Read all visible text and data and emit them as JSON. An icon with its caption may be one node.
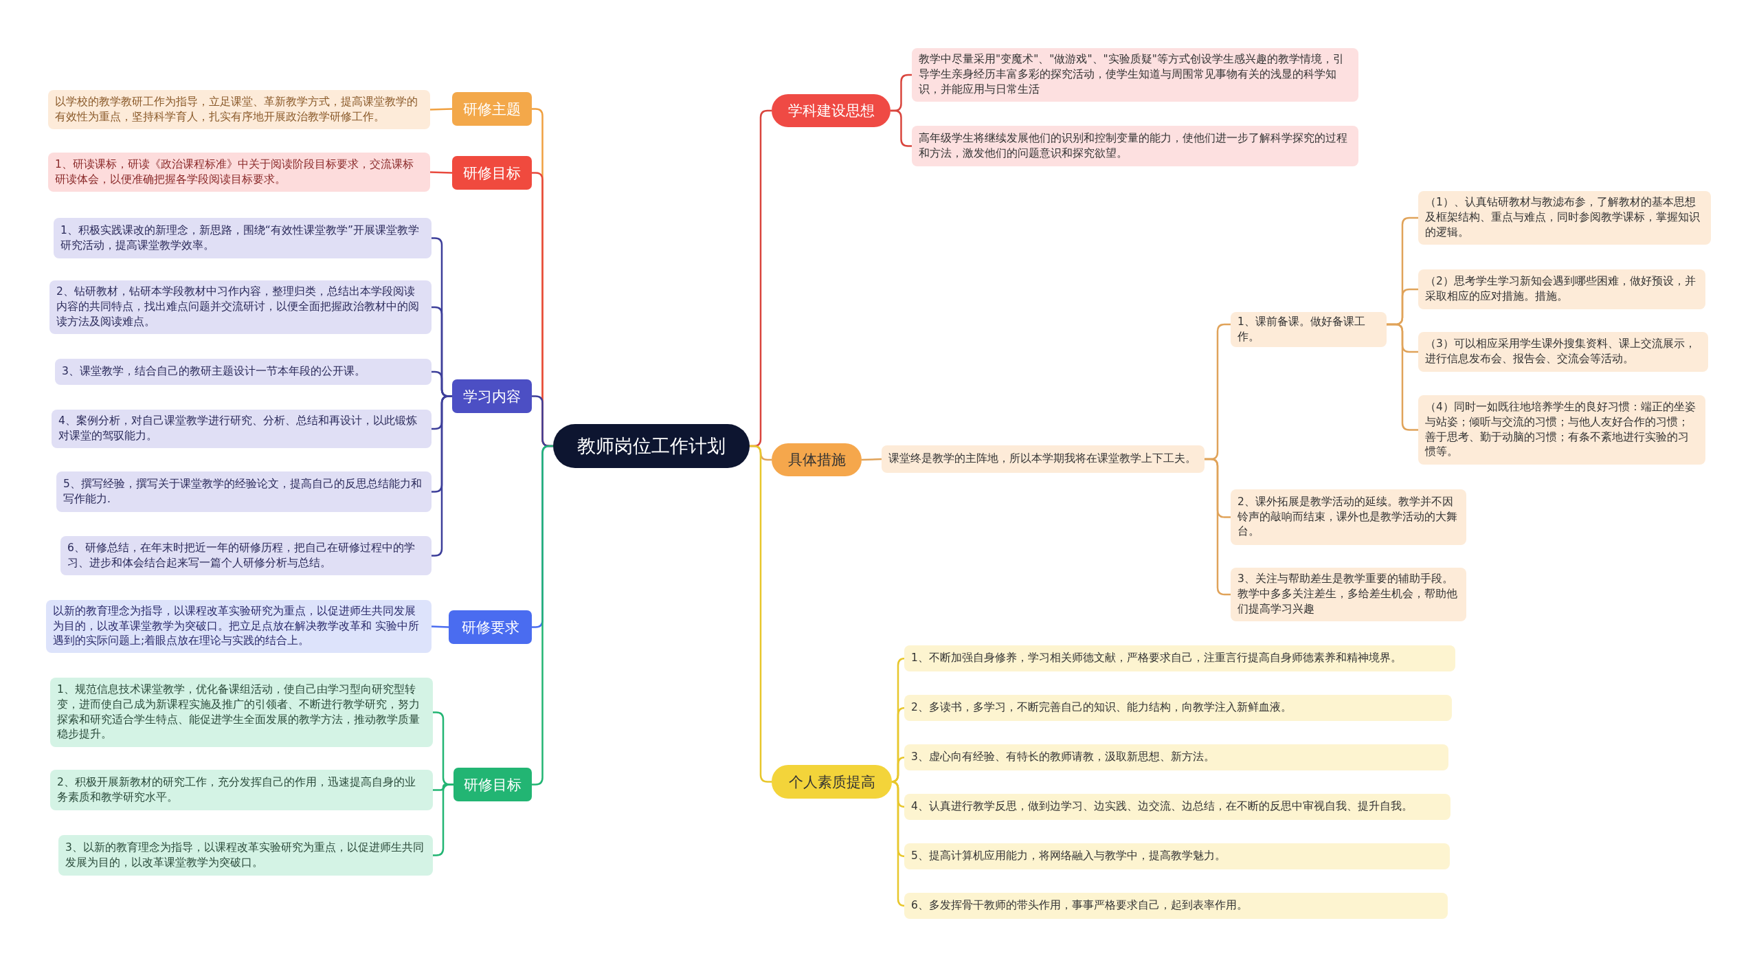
{
  "diagram": {
    "nodes": [
      {
        "text": [
          "教师岗位工作计划"
        ]
      },
      {
        "text": [
          "研修主题"
        ]
      },
      {
        "text": [
          "以学校的教学教研工作为指导，立足课堂、革新教学方式，提高课堂教学的有效性为重点，坚持科学育人，扎实有序地开展政治教学研修工作。"
        ]
      },
      {
        "text": [
          "研修目标"
        ]
      },
      {
        "text": [
          "1、研读课标，研读《政治课程标准》中关于阅读阶段目标要求，交流课标研读体会，以便准确把握各学段阅读目标要求。"
        ]
      },
      {
        "text": [
          "学习内容"
        ]
      },
      {
        "text": [
          "1、积极实践课改的新理念，新思路，围绕“有效性课堂教学”开展课堂教学研究活动，提高课堂教学效率。"
        ]
      },
      {
        "text": [
          "2、钻研教材，钻研本学段教材中习作内容，整理归类，总结出本学段阅读内容的共同特点，找出难点问题并交流研讨，以便全面把握政治教材中的阅读方法及阅读难点。"
        ]
      },
      {
        "text": [
          "3、课堂教学，结合自己的教研主题设计一节本年段的公开课。"
        ]
      },
      {
        "text": [
          "4、案例分析，对自己课堂教学进行研究、分析、总结和再设计，以此锻炼对课堂的驾驭能力。"
        ]
      },
      {
        "text": [
          "5、撰写经验，撰写关于课堂教学的经验论文，提高自己的反思总结能力和写作能力."
        ]
      },
      {
        "text": [
          "6、研修总结，在年末时把近一年的研修历程，把自己在研修过程中的学习、进步和体会结合起来写一篇个人研修分析与总结。"
        ]
      },
      {
        "text": [
          "研修要求"
        ]
      },
      {
        "text": [
          "以新的教育理念为指导，以课程改革实验研究为重点，以促进师生共同发展为目的，以改革课堂教学为突破口。把立足点放在解决教学改革和 实验中所遇到的实际问题上;着眼点放在理论与实践的结合上。"
        ]
      },
      {
        "text": [
          "研修目标"
        ]
      },
      {
        "text": [
          "1、规范信息技术课堂教学，优化备课组活动，使自己由学习型向研究型转变，进而使自己成为新课程实施及推广的引领者、不断进行教学研究，努力探索和研究适合学生特点、能促进学生全面发展的教学方法，推动教学质量稳步提升。"
        ]
      },
      {
        "text": [
          "2、积极开展新教材的研究工作，充分发挥自己的作用，迅速提高自身的业务素质和教学研究水平。"
        ]
      },
      {
        "text": [
          "3、以新的教育理念为指导，以课程改革实验研究为重点，以促进师生共同发展为目的，以改革课堂教学为突破口。"
        ]
      },
      {
        "text": [
          "学科建设思想"
        ]
      },
      {
        "text": [
          "教学中尽量采用\"变魔术\"、\"做游戏\"、\"实验质疑\"等方式创设学生感兴趣的教学情境，引导学生亲身经历丰富多彩的探究活动，使学生知道与周围常见事物有关的浅显的科学知识，并能应用与日常生活"
        ]
      },
      {
        "text": [
          "高年级学生将继续发展他们的识别和控制变量的能力，使他们进一步了解科学探究的过程和方法，激发他们的问题意识和探究欲望。"
        ]
      },
      {
        "text": [
          "具体措施"
        ]
      },
      {
        "text": [
          "课堂终是教学的主阵地，所以本学期我将在课堂教学上下工夫。"
        ]
      },
      {
        "text": [
          "1、课前备课。做好备课工作。"
        ]
      },
      {
        "text": [
          "（1）、认真钻研教材与教滤布参，了解教材的基本思想及框架结构、重点与难点，同时参阅教学课标，掌握知识的逻辑。"
        ]
      },
      {
        "text": [
          "（2）思考学生学习新知会遇到哪些困难，做好预设，并采取相应的应对措施。措施。"
        ]
      },
      {
        "text": [
          "（3）可以相应采用学生课外搜集资料、课上交流展示，进行信息发布会、报告会、交流会等活动。"
        ]
      },
      {
        "text": [
          "（4）同时一如既往地培养学生的良好习惯：端正的坐姿与站姿；倾听与交流的习惯；与他人友好合作的习惯；善于思考、勤于动脑的习惯；有条不紊地进行实验的习惯等。"
        ]
      },
      {
        "text": [
          "2、课外拓展是教学活动的延续。教学并不因铃声的敲响而结束，课外也是教学活动的大舞台。"
        ]
      },
      {
        "text": [
          "3、关注与帮助差生是教学重要的辅助手段。教学中多多关注差生，多给差生机会，帮助他们提高学习兴趣"
        ]
      },
      {
        "text": [
          "个人素质提高"
        ]
      },
      {
        "text": [
          "1、不断加强自身修养，学习相关师德文献，严格要求自己，注重言行提高自身师德素养和精神境界。"
        ]
      },
      {
        "text": [
          "2、多读书，多学习，不断完善自己的知识、能力结构，向教学注入新鲜血液。"
        ]
      },
      {
        "text": [
          "3、虚心向有经验、有特长的教师请教，汲取新思想、新方法。"
        ]
      },
      {
        "text": [
          "4、认真进行教学反思，做到边学习、边实践、边交流、边总结，在不断的反思中审视自我、提升自我。"
        ]
      },
      {
        "text": [
          "5、提高计算机应用能力，将网络融入与教学中，提高教学魅力。"
        ]
      },
      {
        "text": [
          "6、多发挥骨干教师的带头作用，事事严格要求自己，起到表率作用。"
        ]
      }
    ],
    "edges": [
      {
        "from": 0,
        "to": 1,
        "arrow": "none",
        "color": "#f0a040"
      },
      {
        "from": 1,
        "to": 2,
        "arrow": "none",
        "color": "#f0a040"
      },
      {
        "from": 0,
        "to": 3,
        "arrow": "none",
        "color": "#e84a3e"
      },
      {
        "from": 3,
        "to": 4,
        "arrow": "none",
        "color": "#e84a3e"
      },
      {
        "from": 0,
        "to": 5,
        "arrow": "none",
        "color": "#3d3f9a"
      },
      {
        "from": 5,
        "to": 6,
        "arrow": "none",
        "color": "#3d3f9a"
      },
      {
        "from": 5,
        "to": 7,
        "arrow": "none",
        "color": "#3d3f9a"
      },
      {
        "from": 5,
        "to": 8,
        "arrow": "none",
        "color": "#3d3f9a"
      },
      {
        "from": 5,
        "to": 9,
        "arrow": "none",
        "color": "#3d3f9a"
      },
      {
        "from": 5,
        "to": 10,
        "arrow": "none",
        "color": "#3d3f9a"
      },
      {
        "from": 5,
        "to": 11,
        "arrow": "none",
        "color": "#3d3f9a"
      },
      {
        "from": 0,
        "to": 12,
        "arrow": "none",
        "color": "#4a6cf0"
      },
      {
        "from": 12,
        "to": 13,
        "arrow": "none",
        "color": "#4a6cf0"
      },
      {
        "from": 0,
        "to": 14,
        "arrow": "none",
        "color": "#22b573"
      },
      {
        "from": 14,
        "to": 15,
        "arrow": "none",
        "color": "#22b573"
      },
      {
        "from": 14,
        "to": 16,
        "arrow": "none",
        "color": "#22b573"
      },
      {
        "from": 14,
        "to": 17,
        "arrow": "none",
        "color": "#22b573"
      },
      {
        "from": 0,
        "to": 18,
        "arrow": "none",
        "color": "#d9453d"
      },
      {
        "from": 18,
        "to": 19,
        "arrow": "none",
        "color": "#d9453d"
      },
      {
        "from": 18,
        "to": 20,
        "arrow": "none",
        "color": "#d9453d"
      },
      {
        "from": 0,
        "to": 21,
        "arrow": "none",
        "color": "#e0a35a"
      },
      {
        "from": 21,
        "to": 22,
        "arrow": "none",
        "color": "#e0a35a"
      },
      {
        "from": 22,
        "to": 23,
        "arrow": "none",
        "color": "#e0a35a"
      },
      {
        "from": 23,
        "to": 24,
        "arrow": "none",
        "color": "#e0a35a"
      },
      {
        "from": 23,
        "to": 25,
        "arrow": "none",
        "color": "#e0a35a"
      },
      {
        "from": 23,
        "to": 26,
        "arrow": "none",
        "color": "#e0a35a"
      },
      {
        "from": 23,
        "to": 27,
        "arrow": "none",
        "color": "#e0a35a"
      },
      {
        "from": 22,
        "to": 28,
        "arrow": "none",
        "color": "#e0a35a"
      },
      {
        "from": 22,
        "to": 29,
        "arrow": "none",
        "color": "#e0a35a"
      },
      {
        "from": 0,
        "to": 30,
        "arrow": "none",
        "color": "#e8c72c"
      },
      {
        "from": 30,
        "to": 31,
        "arrow": "none",
        "color": "#e8c72c"
      },
      {
        "from": 30,
        "to": 32,
        "arrow": "none",
        "color": "#e8c72c"
      },
      {
        "from": 30,
        "to": 33,
        "arrow": "none",
        "color": "#e8c72c"
      },
      {
        "from": 30,
        "to": 34,
        "arrow": "none",
        "color": "#e8c72c"
      },
      {
        "from": 30,
        "to": 35,
        "arrow": "none",
        "color": "#e8c72c"
      },
      {
        "from": 30,
        "to": 36,
        "arrow": "none",
        "color": "#e8c72c"
      }
    ]
  }
}
